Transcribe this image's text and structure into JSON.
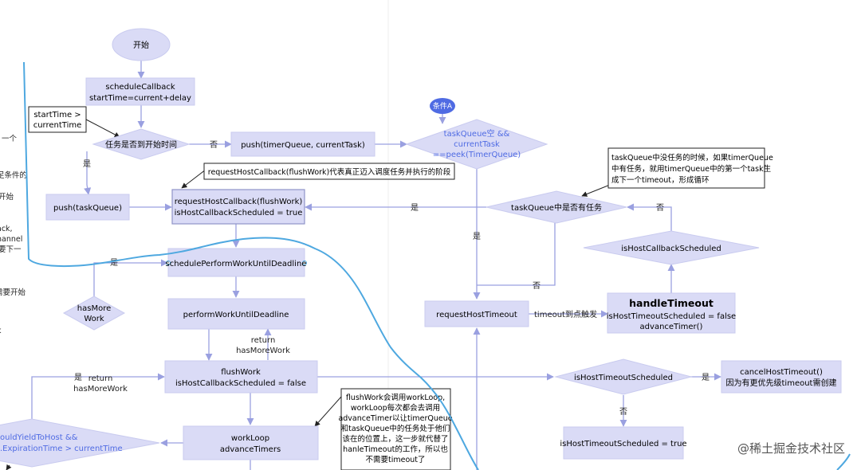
{
  "nodes": {
    "start": "开始",
    "schedule_callback": [
      "scheduleCallback",
      "startTime=current+delay"
    ],
    "note_start_time": [
      "startTime >",
      "currentTime"
    ],
    "decision_start": "任务是否到开始时间",
    "push_timer_queue": "push(timerQueue, currentTask)",
    "condition_a_badge": "条件A",
    "condition_a": [
      "taskQueue空 &&",
      "currentTask",
      "==peek(TimerQueue)"
    ],
    "push_task_queue": "push(taskQueue)",
    "note_request_host": "requestHostCallback(flushWork)代表真正迈入调度任务并执行的阶段",
    "request_host_callback": [
      "requestHostCallback(flushWork)",
      "isHostCallbackScheduled = true"
    ],
    "note_task_queue": [
      "taskQueue中没任务的时候，如果timerQueue",
      "中有任务，就用timerQueue中的第一个task生",
      "成下一个timeout，形成循环"
    ],
    "decision_has_task": "taskQueue中是否有任务",
    "decision_host_scheduled": "isHostCallbackScheduled",
    "schedule_perform_work": "schedulePerformWorkUntilDeadline",
    "decision_has_more": [
      "hasMore",
      "Work"
    ],
    "perform_work": "performWorkUntilDeadline",
    "request_host_timeout": "requestHostTimeout",
    "handle_timeout": [
      "handleTimeout",
      "isHostTimeoutScheduled = false",
      "advanceTimer()"
    ],
    "flush_work": [
      "flushWork",
      "isHostCallbackScheduled = false"
    ],
    "decision_timeout_scheduled": "isHostTimeoutScheduled",
    "cancel_host_timeout": [
      "cancelHostTimeout()",
      "因为有更优先级timeout需创建"
    ],
    "set_timeout_scheduled": "isHostTimeoutScheduled = true",
    "work_loop": [
      "workLoop",
      "advanceTimers"
    ],
    "note_flush_work": [
      "flushWork会调用workLoop,",
      "workLoop每次都会去调用",
      "advanceTimer以让timerQueue",
      "和taskQueue中的任务处于他们",
      "该在的位置上，这一步就代替了",
      "hanleTimeout的工作，所以也",
      "不需要timeout了"
    ],
    "decision_should_yield": [
      "ouldYieldToHost &&",
      ".ExpirationTime > currentTime"
    ]
  },
  "edge_labels": {
    "no_1": "否",
    "yes_1": "是",
    "yes_2": "是",
    "yes_3": "是",
    "no_2": "否",
    "no_3": "否",
    "yes_4": "是",
    "return_has_more_1": [
      "return",
      "hasMoreWork"
    ],
    "yes_5": "是",
    "return_has_more_2": [
      "return",
      "hasMoreWork"
    ],
    "timeout_trigger": "timeout到点触发",
    "yes_6": "是",
    "no_4": "否"
  },
  "left_fragments": [
    "一个",
    "足条件的",
    "开始",
    "ack,",
    "hannel",
    "要下一",
    "需要开始",
    "k"
  ],
  "watermark_label": "@稀土掘金技术社区",
  "colors": {
    "node_fill": "#dadbf6",
    "edge": "#9aa0e0",
    "annotation_line": "#4ea8e0",
    "badge_fill": "#4f6be3",
    "badge_text": "#ffffff",
    "condition_text": "#4f6be3",
    "text": "#222222"
  }
}
